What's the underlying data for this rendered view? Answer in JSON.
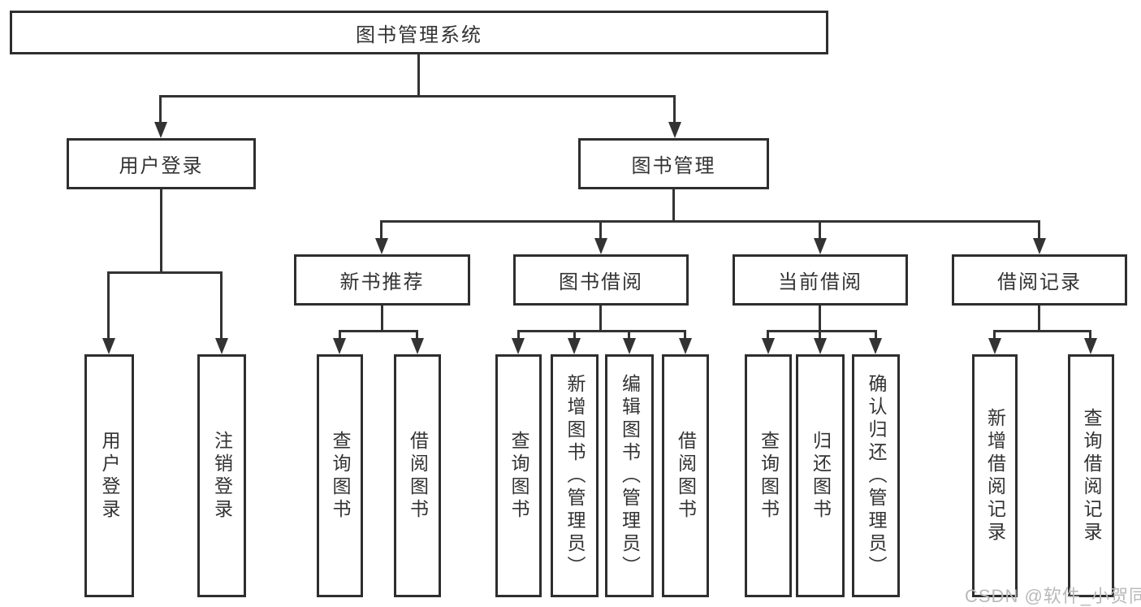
{
  "root": {
    "label": "图书管理系统"
  },
  "modules": [
    {
      "label": "用户登录",
      "children": [
        {
          "label": "用户登录"
        },
        {
          "label": "注销登录"
        }
      ]
    },
    {
      "label": "图书管理",
      "children": [
        {
          "label": "新书推荐",
          "children": [
            {
              "label": "查询图书"
            },
            {
              "label": "借阅图书"
            }
          ]
        },
        {
          "label": "图书借阅",
          "children": [
            {
              "label": "查询图书"
            },
            {
              "label": "新增图书（管理员）"
            },
            {
              "label": "编辑图书（管理员）"
            },
            {
              "label": "借阅图书"
            }
          ]
        },
        {
          "label": "当前借阅",
          "children": [
            {
              "label": "查询图书"
            },
            {
              "label": "归还图书"
            },
            {
              "label": "确认归还（管理员）"
            }
          ]
        },
        {
          "label": "借阅记录",
          "children": [
            {
              "label": "新增借阅记录"
            },
            {
              "label": "查询借阅记录"
            }
          ]
        }
      ]
    }
  ],
  "watermark": {
    "text": "CSDN @软件_小贺同学"
  },
  "colors": {
    "line": "#333333",
    "box_border": "#2e2e2e",
    "text": "#333333",
    "background": "#ffffff",
    "watermark": "#b9b9b9"
  }
}
